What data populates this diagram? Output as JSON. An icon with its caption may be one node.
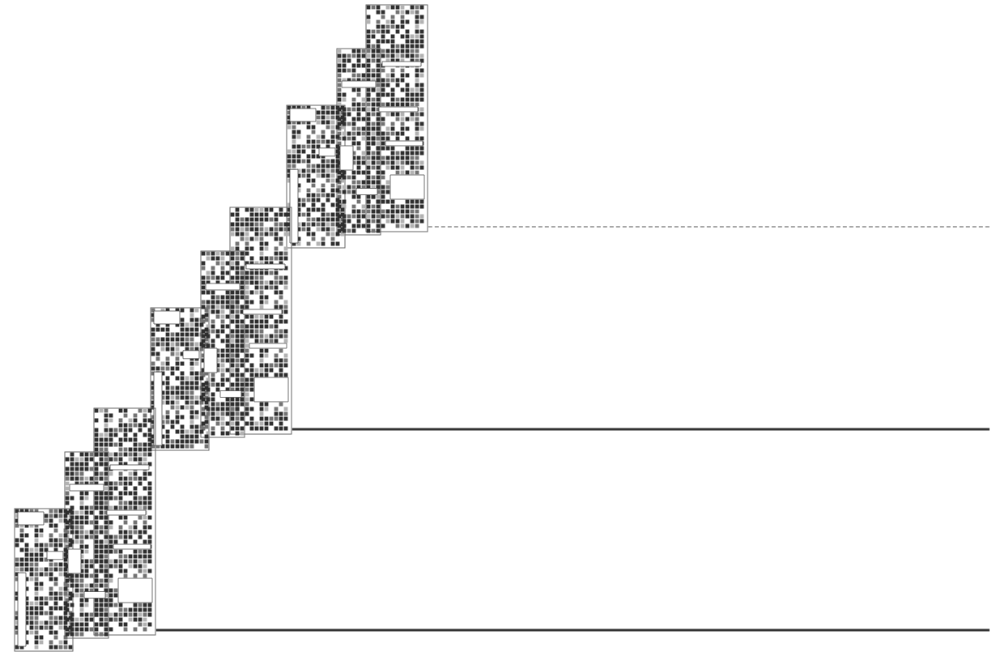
{
  "diagram": {
    "nodes": [
      {
        "text": [],
        "shape": "picture"
      },
      {
        "text": [],
        "shape": "picture"
      },
      {
        "text": [],
        "shape": "picture"
      }
    ],
    "edges": [
      {
        "from": 0,
        "to": null,
        "arrow": "none",
        "style": "dashed",
        "color": "#8c8c8c"
      },
      {
        "from": 1,
        "to": null,
        "arrow": "none"
      },
      {
        "from": 2,
        "to": null,
        "arrow": "none"
      }
    ]
  }
}
